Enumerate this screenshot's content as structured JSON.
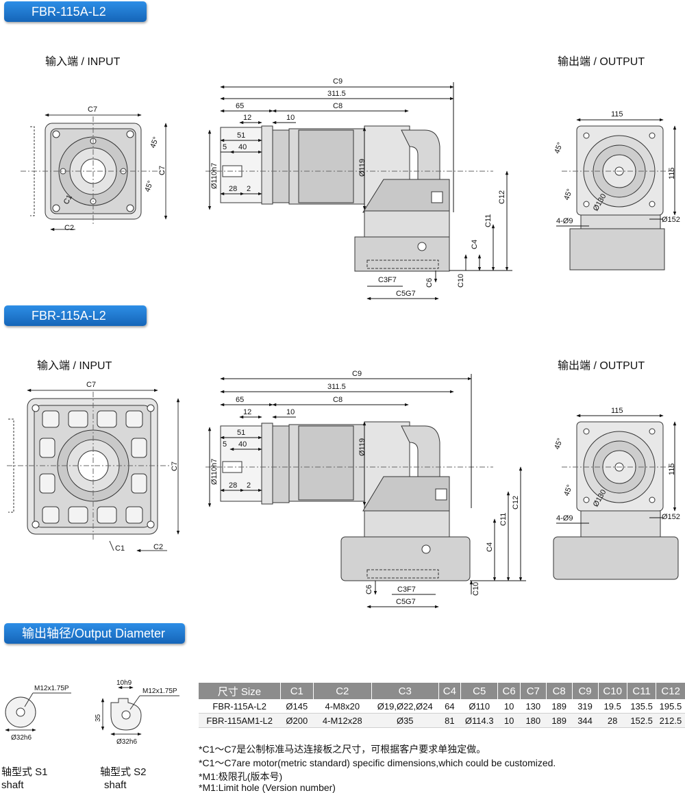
{
  "sections": [
    {
      "title": "FBR-115A-L2",
      "input_label": "输入端 / INPUT",
      "output_label": "输出端 / OUTPUT"
    },
    {
      "title": "FBR-115A-L2",
      "input_label": "输入端 / INPUT",
      "output_label": "输出端 / OUTPUT"
    }
  ],
  "dims": {
    "c9": "C9",
    "total": "311.5",
    "d65": "65",
    "c8": "C8",
    "d12": "12",
    "d10": "10",
    "d51": "51",
    "d5": "5",
    "d40": "40",
    "d28": "28",
    "d2": "2",
    "d110": "Ø110h7",
    "d119": "Ø119",
    "c12": "C12",
    "c11": "C11",
    "c4": "C4",
    "c10": "C10",
    "c6": "C6",
    "c3f7": "C3F7",
    "c5g7": "C5G7",
    "c7": "C7",
    "c1": "C1",
    "c2": "C2",
    "deg45": "45°",
    "d115": "115",
    "d130": "Ø130",
    "d152": "Ø152",
    "holes": "4-Ø9"
  },
  "output_diameter": {
    "title": "输出轴径/Output Diameter",
    "s1": {
      "thread": "M12x1.75P",
      "dia": "Ø32h6",
      "label": "轴型式 S1",
      "sub": "shaft"
    },
    "s2": {
      "thread": "M12x1.75P",
      "key": "10h9",
      "height": "35",
      "dia": "Ø32h6",
      "label": "轴型式 S2",
      "sub": "shaft"
    }
  },
  "table": {
    "headers": [
      "尺寸 Size",
      "C1",
      "C2",
      "C3",
      "C4",
      "C5",
      "C6",
      "C7",
      "C8",
      "C9",
      "C10",
      "C11",
      "C12"
    ],
    "rows": [
      [
        "FBR-115A-L2",
        "Ø145",
        "4-M8x20",
        "Ø19,Ø22,Ø24",
        "64",
        "Ø110",
        "10",
        "130",
        "189",
        "319",
        "19.5",
        "135.5",
        "195.5"
      ],
      [
        "FBR-115AM1-L2",
        "Ø200",
        "4-M12x28",
        "Ø35",
        "81",
        "Ø114.3",
        "10",
        "180",
        "189",
        "344",
        "28",
        "152.5",
        "212.5"
      ]
    ]
  },
  "notes": [
    "*C1～C7是公制标准马达连接板之尺寸，可根据客户要求单独定做。",
    "*C1～C7are motor(metric standard) specific dimensions,which could be customized.",
    "*M1:极限孔(版本号)",
    "*M1:Limit hole (Version number)"
  ]
}
